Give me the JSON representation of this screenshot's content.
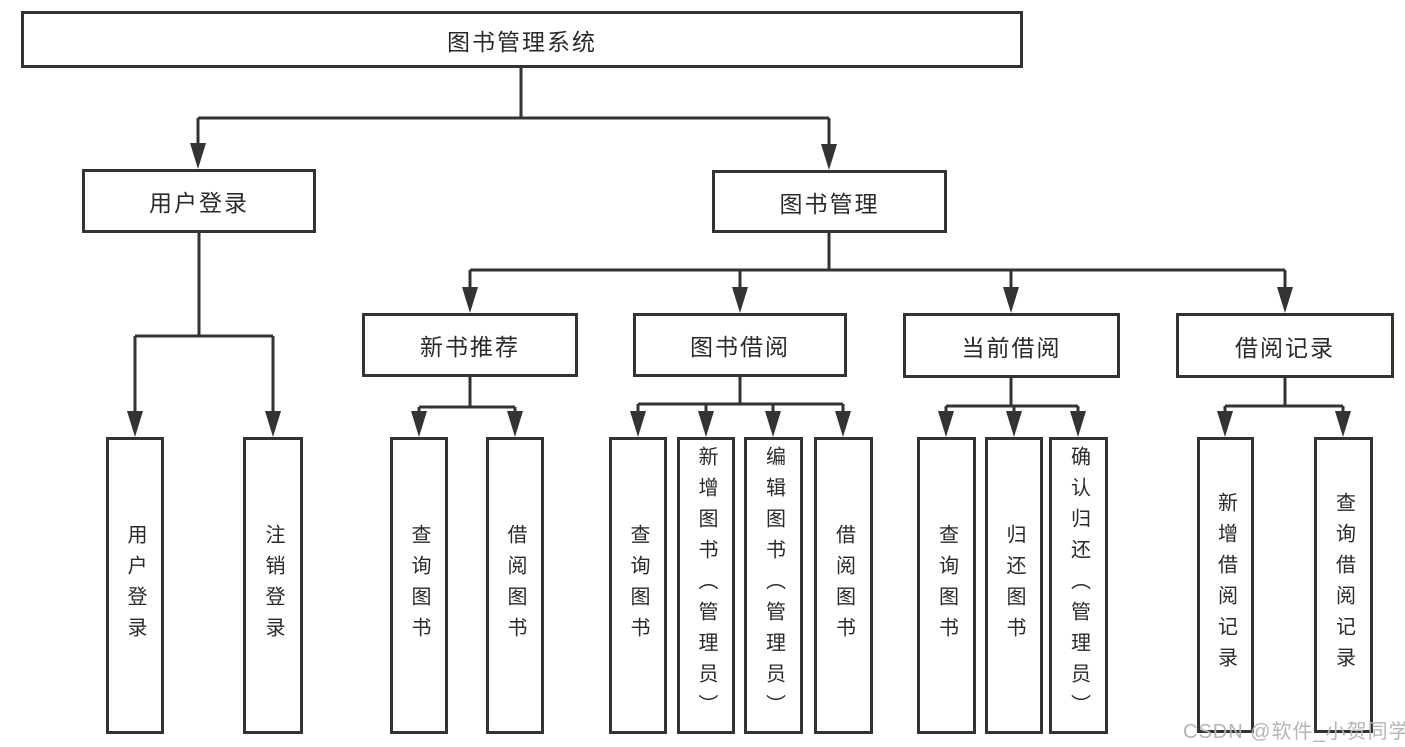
{
  "diagram": {
    "title_node": "图书管理系统",
    "colors": {
      "line": "#333333",
      "box_border": "#333333",
      "text": "#2a2a2a",
      "watermark": "#b5b5b8",
      "background": "#ffffff"
    },
    "nodes": {
      "root": "图书管理系统",
      "user_login": "用户登录",
      "book_mgmt": "图书管理",
      "new_book_rec": "新书推荐",
      "book_borrow": "图书借阅",
      "current_borrow": "当前借阅",
      "borrow_record": "借阅记录",
      "leaf_user_login": "用户登录",
      "leaf_logout": "注销登录",
      "leaf_query_book_1": "查询图书",
      "leaf_borrow_book_1": "借阅图书",
      "leaf_query_book_2": "查询图书",
      "leaf_add_book_admin": "新增图书（管理员）",
      "leaf_edit_book_admin": "编辑图书（管理员）",
      "leaf_borrow_book_2": "借阅图书",
      "leaf_query_book_3": "查询图书",
      "leaf_return_book": "归还图书",
      "leaf_confirm_return_admin": "确认归还（管理员）",
      "leaf_add_borrow_record": "新增借阅记录",
      "leaf_query_borrow_record": "查询借阅记录"
    },
    "hierarchy": [
      {
        "parent": "图书管理系统",
        "children": [
          "用户登录",
          "图书管理"
        ]
      },
      {
        "parent": "用户登录",
        "children": [
          "用户登录",
          "注销登录"
        ]
      },
      {
        "parent": "图书管理",
        "children": [
          "新书推荐",
          "图书借阅",
          "当前借阅",
          "借阅记录"
        ]
      },
      {
        "parent": "新书推荐",
        "children": [
          "查询图书",
          "借阅图书"
        ]
      },
      {
        "parent": "图书借阅",
        "children": [
          "查询图书",
          "新增图书（管理员）",
          "编辑图书（管理员）",
          "借阅图书"
        ]
      },
      {
        "parent": "当前借阅",
        "children": [
          "查询图书",
          "归还图书",
          "确认归还（管理员）"
        ]
      },
      {
        "parent": "借阅记录",
        "children": [
          "新增借阅记录",
          "查询借阅记录"
        ]
      }
    ]
  },
  "watermark": "CSDN @软件_小贺同学"
}
